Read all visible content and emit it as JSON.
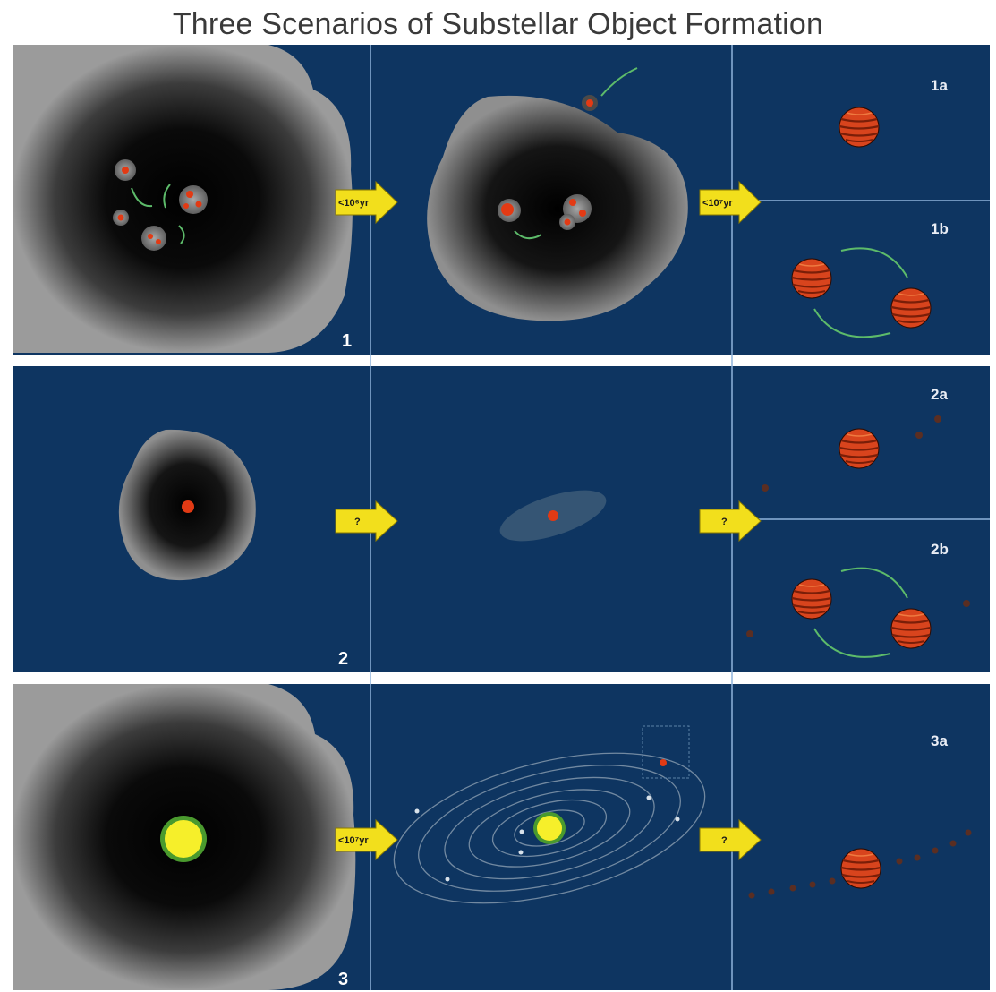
{
  "title": "Three Scenarios of Substellar Object Formation",
  "colors": {
    "panel": "#0e3561",
    "divider": "#8fb4dc",
    "cloud": "#9a9a9a",
    "arrow": "#f2df1c",
    "planet": "#d7431e",
    "star": "#f6ef2a",
    "star_ring": "#4a9a2e",
    "motion_arrow": "#5dbb6a"
  },
  "rows": [
    {
      "label": "1",
      "cases": [
        "1a",
        "1b"
      ],
      "arrows": [
        "<10⁶yr",
        "<10⁷yr"
      ]
    },
    {
      "label": "2",
      "cases": [
        "2a",
        "2b"
      ],
      "arrows": [
        "?",
        "?"
      ]
    },
    {
      "label": "3",
      "cases": [
        "3a"
      ],
      "arrows": [
        "<10⁷yr",
        "?"
      ]
    }
  ]
}
